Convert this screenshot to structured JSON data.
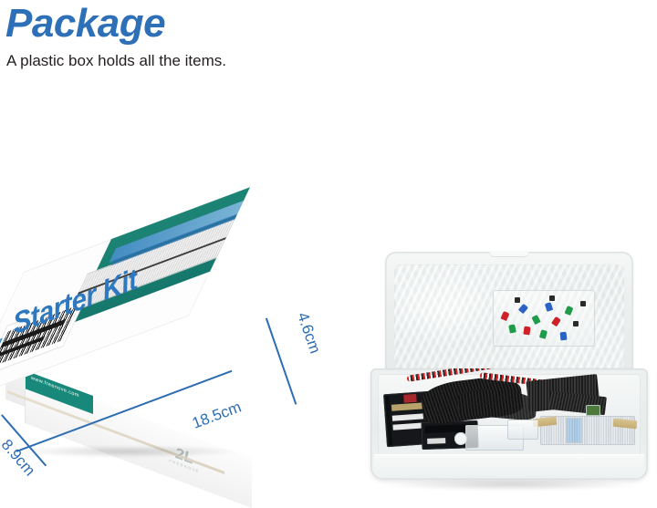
{
  "header": {
    "title": "Package",
    "subtitle": "A plastic box holds all the items.",
    "title_color": "#2e70b8",
    "subtitle_color": "#231f20"
  },
  "carton": {
    "brand_mark": "2L",
    "brand_name": "FREENOVE",
    "wordmark": "Starter Kit",
    "website": "www.freenove.com",
    "front_brand_mark": "2L",
    "front_brand_name": "FREENOVE",
    "teal_color": "#17887a",
    "wordmark_color": "#2e78c0"
  },
  "dimensions": {
    "line_color": "#2e6db4",
    "length": "18.5cm",
    "height": "4.6cm",
    "depth": "8.9cm"
  },
  "plastic_box": {
    "body_color": "#eef1f1",
    "contents": [
      "led-assortment-bag",
      "control-board",
      "jumper-wires",
      "ribbon-cable",
      "breadboard",
      "resistor-strips"
    ]
  }
}
